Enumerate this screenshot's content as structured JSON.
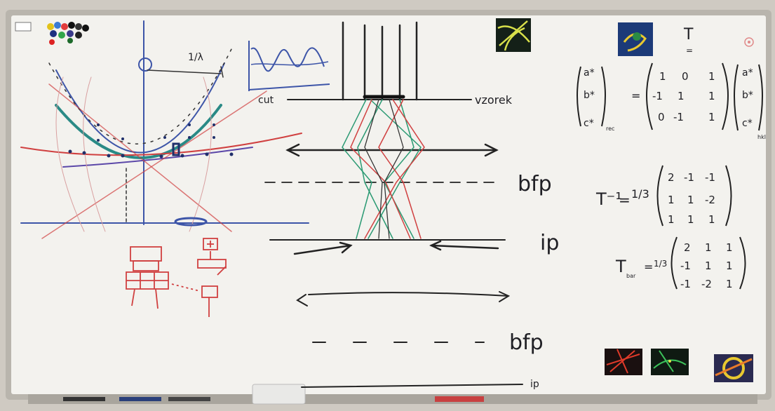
{
  "whiteboard": {
    "labels": {
      "vzorek": "vzorek",
      "bfp_top": "bfp",
      "ip_top": "ip",
      "bfp_bottom": "bfp",
      "ip_bottom": "ip",
      "cut": "cut",
      "fraction": "1/λ"
    },
    "math": {
      "T": "T",
      "T_inverse": "T⁻¹",
      "T_inverse_factor": "1/3",
      "T_bar": "T",
      "T_bar_sub": "bar",
      "T_bar_factor": "1/3",
      "rec_sub": "rec",
      "hkl_sub": "hkl",
      "vector_left": [
        "a*",
        "b*",
        "c*"
      ],
      "vector_right": [
        "a*",
        "b*",
        "c*"
      ],
      "matrix_T": [
        [
          "1",
          "0",
          "1"
        ],
        [
          "-1",
          "1",
          "1"
        ],
        [
          "0",
          "-1",
          "1"
        ]
      ],
      "matrix_T_inverse": [
        [
          "2",
          "-1",
          "-1"
        ],
        [
          "1",
          "1",
          "-2"
        ],
        [
          "1",
          "1",
          "1"
        ]
      ],
      "matrix_T_bar": [
        [
          "2",
          "1",
          "1"
        ],
        [
          "-1",
          "1",
          "1"
        ],
        [
          "-1",
          "-2",
          "1"
        ]
      ]
    },
    "colors": {
      "board": "#f3f2ee",
      "frame": "#b8b4ac",
      "ink_black": "#1f1f24",
      "ink_blue": "#3d55a8",
      "ink_red": "#d04040",
      "ink_green": "#2b9a73",
      "ink_teal": "#2a8a86"
    }
  }
}
